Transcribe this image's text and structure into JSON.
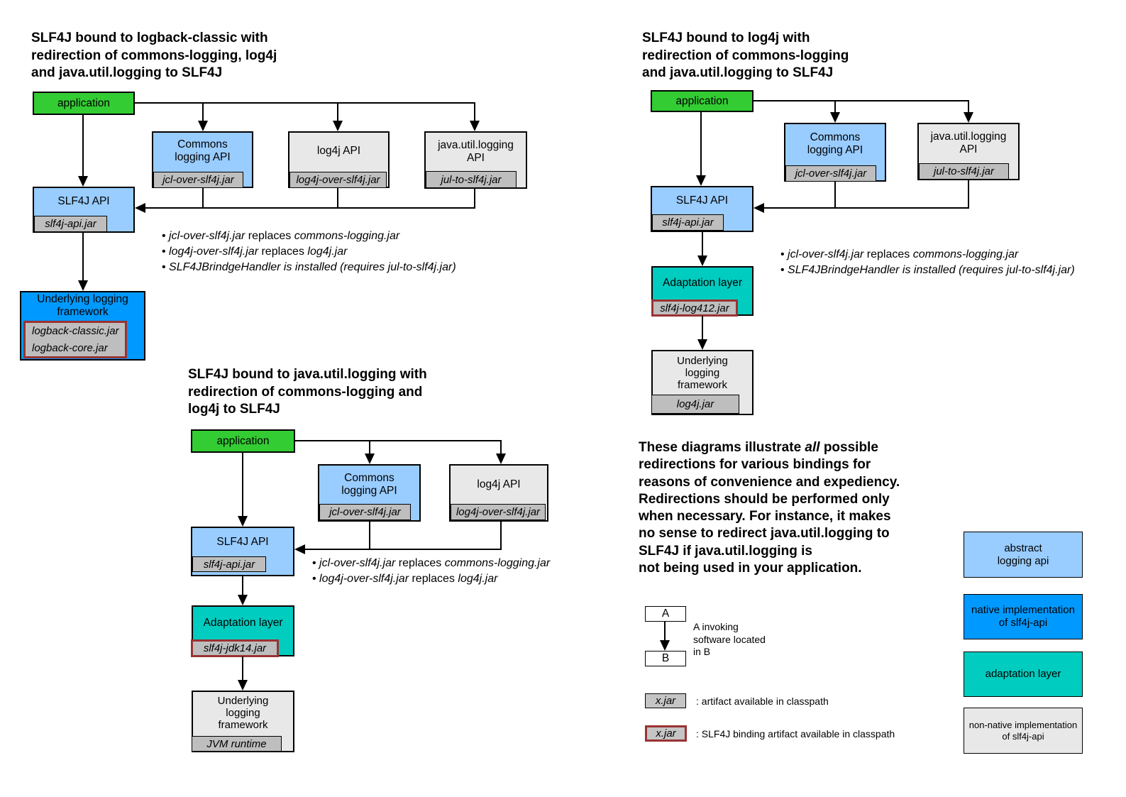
{
  "palette": {
    "application_green": "#33CC33",
    "abstract_api_light_blue": "#99CCFF",
    "native_impl_blue": "#0099FF",
    "adaptation_teal": "#00CCC0",
    "non_native_gray": "#E8E8E8",
    "jar_tag_gray": "#BEBEBE",
    "binding_border_dark_red": "#993333"
  },
  "diagram1": {
    "title": "SLF4J bound to logback-classic with\nredirection of commons-logging, log4j\nand java.util.logging to SLF4J",
    "nodes": {
      "application": {
        "label": "application"
      },
      "commons": {
        "label": "Commons\nlogging API",
        "jar": "jcl-over-slf4j.jar"
      },
      "log4j": {
        "label": "log4j API",
        "jar": "log4j-over-slf4j.jar"
      },
      "jul": {
        "label": "java.util.logging\nAPI",
        "jar": "jul-to-slf4j.jar"
      },
      "slf4j": {
        "label": "SLF4J API",
        "jar": "slf4j-api.jar"
      },
      "underlying": {
        "label": "Underlying logging\nframework",
        "jar": "logback-classic.jar\nlogback-core.jar"
      }
    },
    "bullets": [
      [
        {
          "t": "• ",
          "i": false
        },
        {
          "t": "jcl-over-slf4j.jar",
          "i": true
        },
        {
          "t": " replaces ",
          "i": false
        },
        {
          "t": "commons-logging.jar",
          "i": true
        }
      ],
      [
        {
          "t": "• ",
          "i": false
        },
        {
          "t": "log4j-over-slf4j.jar",
          "i": true
        },
        {
          "t": " replaces ",
          "i": false
        },
        {
          "t": "log4j.jar",
          "i": true
        }
      ],
      [
        {
          "t": "• ",
          "i": false
        },
        {
          "t": "SLF4JBrindgeHandler is installed (requires jul-to-slf4j.jar)",
          "i": true
        }
      ]
    ]
  },
  "diagram2": {
    "title": "SLF4J bound to log4j with\nredirection of commons-logging\nand java.util.logging to SLF4J",
    "nodes": {
      "application": {
        "label": "application"
      },
      "commons": {
        "label": "Commons\nlogging API",
        "jar": "jcl-over-slf4j.jar"
      },
      "jul": {
        "label": "java.util.logging\nAPI",
        "jar": "jul-to-slf4j.jar"
      },
      "slf4j": {
        "label": "SLF4J API",
        "jar": "slf4j-api.jar"
      },
      "adaptation": {
        "label": "Adaptation layer",
        "jar": "slf4j-log412.jar"
      },
      "underlying": {
        "label": "Underlying\nlogging\nframework",
        "jar": "log4j.jar"
      }
    },
    "bullets": [
      [
        {
          "t": "• ",
          "i": false
        },
        {
          "t": "jcl-over-slf4j.jar",
          "i": true
        },
        {
          "t": " replaces ",
          "i": false
        },
        {
          "t": "commons-logging.jar",
          "i": true
        }
      ],
      [
        {
          "t": "• ",
          "i": false
        },
        {
          "t": "SLF4JBrindgeHandler is installed (requires jul-to-slf4j.jar)",
          "i": true
        }
      ]
    ]
  },
  "diagram3": {
    "title": "SLF4J bound to java.util.logging with\nredirection of commons-logging and\nlog4j to SLF4J",
    "nodes": {
      "application": {
        "label": "application"
      },
      "commons": {
        "label": "Commons\nlogging API",
        "jar": "jcl-over-slf4j.jar"
      },
      "log4j": {
        "label": "log4j API",
        "jar": "log4j-over-slf4j.jar"
      },
      "slf4j": {
        "label": "SLF4J API",
        "jar": "slf4j-api.jar"
      },
      "adaptation": {
        "label": "Adaptation layer",
        "jar": "slf4j-jdk14.jar"
      },
      "underlying": {
        "label": "Underlying\nlogging\nframework",
        "jar": "JVM runtime"
      }
    },
    "bullets": [
      [
        {
          "t": "• ",
          "i": false
        },
        {
          "t": "jcl-over-slf4j.jar",
          "i": true
        },
        {
          "t": " replaces ",
          "i": false
        },
        {
          "t": "commons-logging.jar",
          "i": true
        }
      ],
      [
        {
          "t": "• ",
          "i": false
        },
        {
          "t": "log4j-over-slf4j.jar",
          "i": true
        },
        {
          "t": " replaces ",
          "i": false
        },
        {
          "t": "log4j.jar",
          "i": true
        }
      ]
    ]
  },
  "note": {
    "segments": [
      {
        "t": "These diagrams illustrate ",
        "i": false
      },
      {
        "t": "all",
        "i": true
      },
      {
        "t": " possible\nredirections for various bindings for\nreasons of convenience and expediency.\nRedirections should be performed only\nwhen necessary. For instance, it makes\nno sense to redirect java.util.logging to\nSLF4J if java.util.logging is\nnot being used in your application.",
        "i": false
      }
    ]
  },
  "legend": {
    "invoke": {
      "a": "A",
      "b": "B",
      "caption": "A invoking\nsoftware located\nin B"
    },
    "artifact": {
      "box": "x.jar",
      "caption": ": artifact available in classpath"
    },
    "binding": {
      "box": "x.jar",
      "caption": ": SLF4J binding artifact available in classpath"
    },
    "types": [
      {
        "label": "abstract\nlogging api",
        "color": "#99CCFF"
      },
      {
        "label": "native implementation\nof slf4j-api",
        "color": "#0099FF"
      },
      {
        "label": "adaptation layer",
        "color": "#00CCC0"
      },
      {
        "label": "non-native implementation\nof slf4j-api",
        "color": "#E8E8E8"
      }
    ]
  }
}
